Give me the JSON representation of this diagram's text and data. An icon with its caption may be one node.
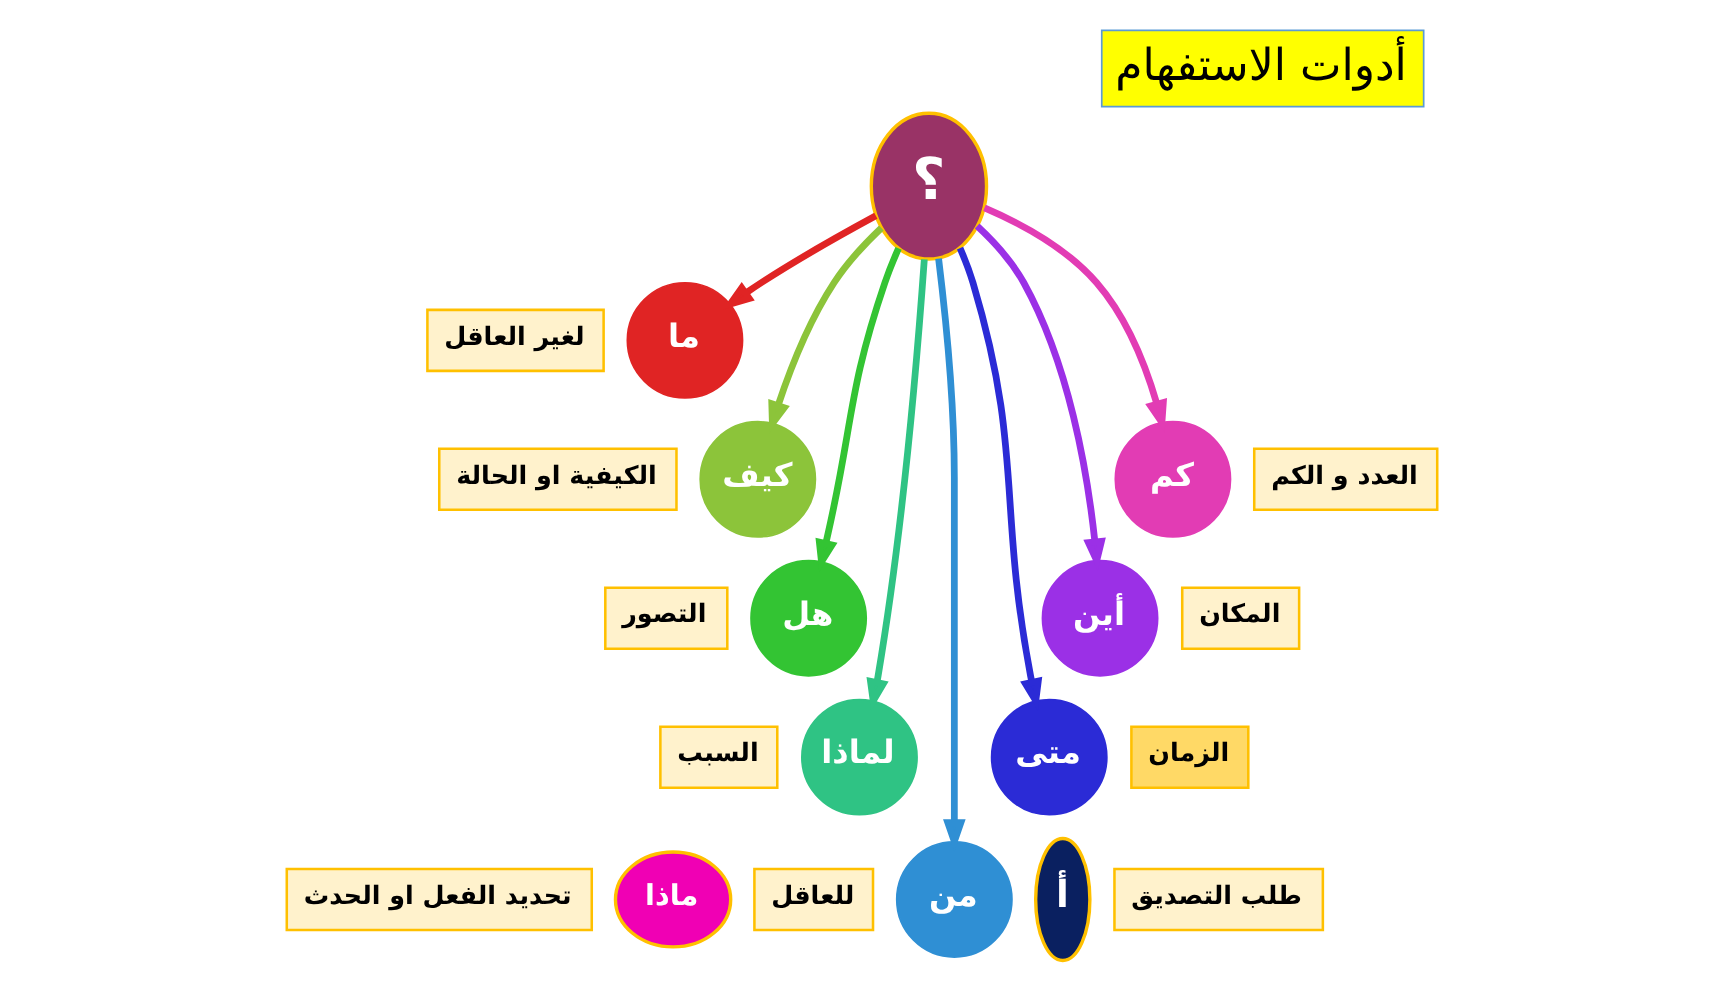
{
  "diagram": {
    "title": "أدوات الاستفهام",
    "nodes": [
      {
        "text": [
          "لغير العاقل"
        ]
      },
      {
        "text": [
          "ما"
        ]
      },
      {
        "text": [
          "الكيفية او الحالة"
        ]
      },
      {
        "text": [
          "كيف"
        ]
      },
      {
        "text": [
          "كم"
        ]
      },
      {
        "text": [
          "العدد و الكم"
        ]
      },
      {
        "text": [
          "التصور"
        ]
      },
      {
        "text": [
          "هل"
        ]
      },
      {
        "text": [
          "؟"
        ]
      },
      {
        "text": [
          "أين"
        ]
      },
      {
        "text": [
          "المكان"
        ]
      },
      {
        "text": [
          "السبب"
        ]
      },
      {
        "text": [
          "لماذا"
        ]
      },
      {
        "text": [
          "متى"
        ]
      },
      {
        "text": [
          "الزمان"
        ]
      },
      {
        "text": [
          "ماذا"
        ]
      },
      {
        "text": [
          "تحديد الفعل او الحدث"
        ]
      },
      {
        "text": [
          "من"
        ]
      },
      {
        "text": [
          "للعاقل"
        ]
      },
      {
        "text": [
          "أ"
        ]
      },
      {
        "text": [
          "طلب التصديق"
        ]
      }
    ],
    "edges": [
      {
        "from": 8,
        "to": 1,
        "arrow": "to",
        "color": "#e02424"
      },
      {
        "from": 8,
        "to": 3,
        "arrow": "to",
        "color": "#8cc43a"
      },
      {
        "from": 8,
        "to": 7,
        "arrow": "to",
        "color": "#33c433"
      },
      {
        "from": 8,
        "to": 12,
        "arrow": "to",
        "color": "#2fc384"
      },
      {
        "from": 8,
        "to": 17,
        "arrow": "to",
        "color": "#2f8fd4"
      },
      {
        "from": 8,
        "to": 13,
        "arrow": "to",
        "color": "#2b2bd6"
      },
      {
        "from": 8,
        "to": 9,
        "arrow": "to",
        "color": "#9b30e6"
      },
      {
        "from": 8,
        "to": 4,
        "arrow": "to",
        "color": "#e23cb4"
      }
    ]
  }
}
